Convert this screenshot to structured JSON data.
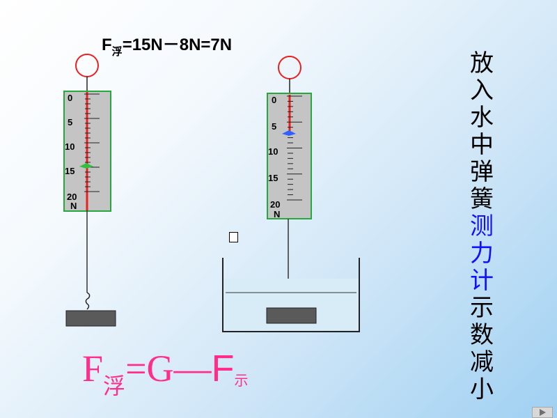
{
  "top_formula": {
    "symbol": "F",
    "subscript": "浮",
    "expression": "=15N－8N=7N"
  },
  "vertical_title": {
    "segments": [
      {
        "text": "放入水中弹簧",
        "color": "black"
      },
      {
        "text": "测力计",
        "color": "blue"
      },
      {
        "text": "示数减小",
        "color": "black"
      }
    ]
  },
  "bottom_formula": {
    "f1": "F",
    "sub1": "浮",
    "eq": "=G",
    "dash": "—",
    "f2": "F",
    "sub2": "示"
  },
  "scale_labels": [
    "0",
    "5",
    "10",
    "15",
    "20"
  ],
  "unit_label": "N",
  "left_scale_reading": 15,
  "right_scale_reading": 8,
  "colors": {
    "frame": "#27a83c",
    "scale_face": "#c4c4c4",
    "red": "#e82020",
    "water": "#d8ecf8",
    "block": "#5a5a5a",
    "formula_pink": "#ff2e8a",
    "title_blue": "#1010ff"
  }
}
